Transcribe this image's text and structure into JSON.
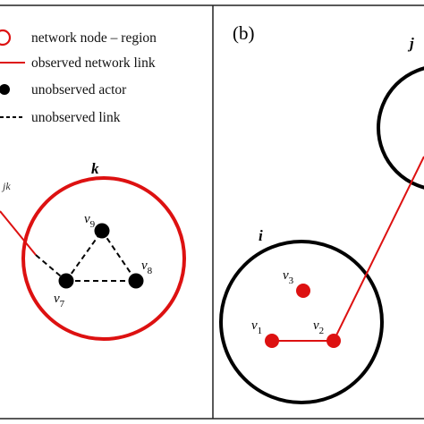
{
  "colors": {
    "red": "#dd1111",
    "black": "#000000",
    "panel_border": "#222222"
  },
  "legend": {
    "node_region": "network node – region",
    "observed_link": "observed network link",
    "unobserved_actor": "unobserved actor",
    "unobserved_link": "unobserved link"
  },
  "panel_a": {
    "partial_label": "jk",
    "region_label": "k",
    "actors": [
      {
        "sym": "v",
        "sub": "9"
      },
      {
        "sym": "v",
        "sub": "8"
      },
      {
        "sym": "v",
        "sub": "7"
      }
    ]
  },
  "panel_b": {
    "label": "(b)",
    "region_i": "i",
    "region_j": "j",
    "nodes": [
      {
        "sym": "v",
        "sub": "3"
      },
      {
        "sym": "v",
        "sub": "1"
      },
      {
        "sym": "v",
        "sub": "2"
      }
    ]
  }
}
